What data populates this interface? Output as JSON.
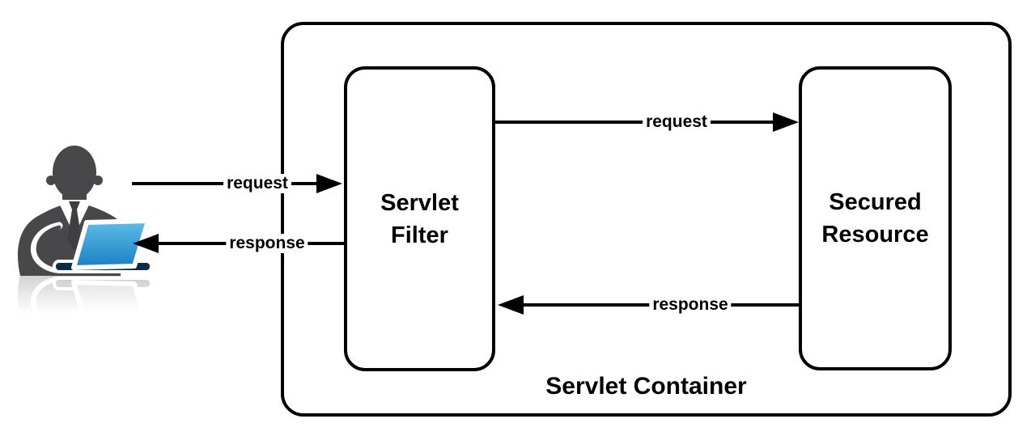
{
  "diagram": {
    "type": "architecture-flow",
    "container": {
      "label": "Servlet Container",
      "nodes": [
        {
          "id": "servlet-filter",
          "label": "Servlet Filter",
          "line1": "Servlet",
          "line2": "Filter"
        },
        {
          "id": "secured-resource",
          "label": "Secured Resource",
          "line1": "Secured",
          "line2": "Resource"
        }
      ]
    },
    "actor": {
      "id": "user",
      "icon": "person-at-laptop-icon"
    },
    "arrows": [
      {
        "from": "user",
        "to": "servlet-filter",
        "label": "request",
        "direction": "right"
      },
      {
        "from": "servlet-filter",
        "to": "user",
        "label": "response",
        "direction": "left"
      },
      {
        "from": "servlet-filter",
        "to": "secured-resource",
        "label": "request",
        "direction": "right"
      },
      {
        "from": "secured-resource",
        "to": "servlet-filter",
        "label": "response",
        "direction": "left"
      }
    ],
    "colors": {
      "stroke": "#000000",
      "background": "#ffffff",
      "person": "#48484b",
      "laptop_top": "#5ebde9",
      "laptop_bottom": "#1a7fc2",
      "laptop_base": "#0e2c45"
    }
  }
}
